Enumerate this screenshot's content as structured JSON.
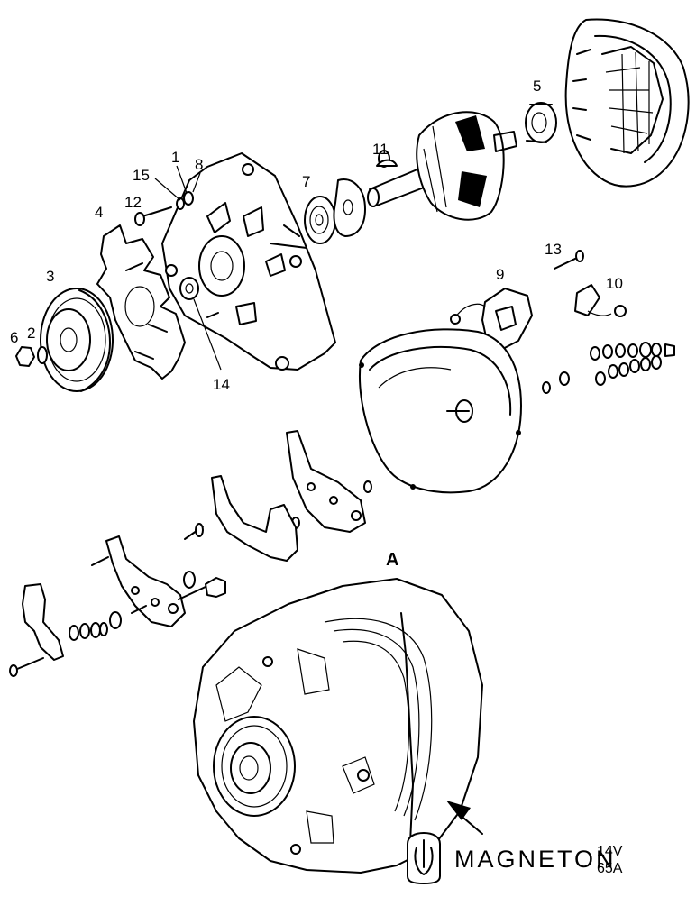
{
  "callouts": {
    "c1": "1",
    "c2": "2",
    "c3": "3",
    "c4": "4",
    "c5": "5",
    "c6": "6",
    "c7": "7",
    "c8": "8",
    "c9": "9",
    "c10": "10",
    "c11": "11",
    "c12": "12",
    "c13": "13",
    "c14": "14",
    "c15": "15"
  },
  "view_label": "A",
  "brand": {
    "name": "MAGNETON",
    "voltage": "14V",
    "current": "65A"
  }
}
